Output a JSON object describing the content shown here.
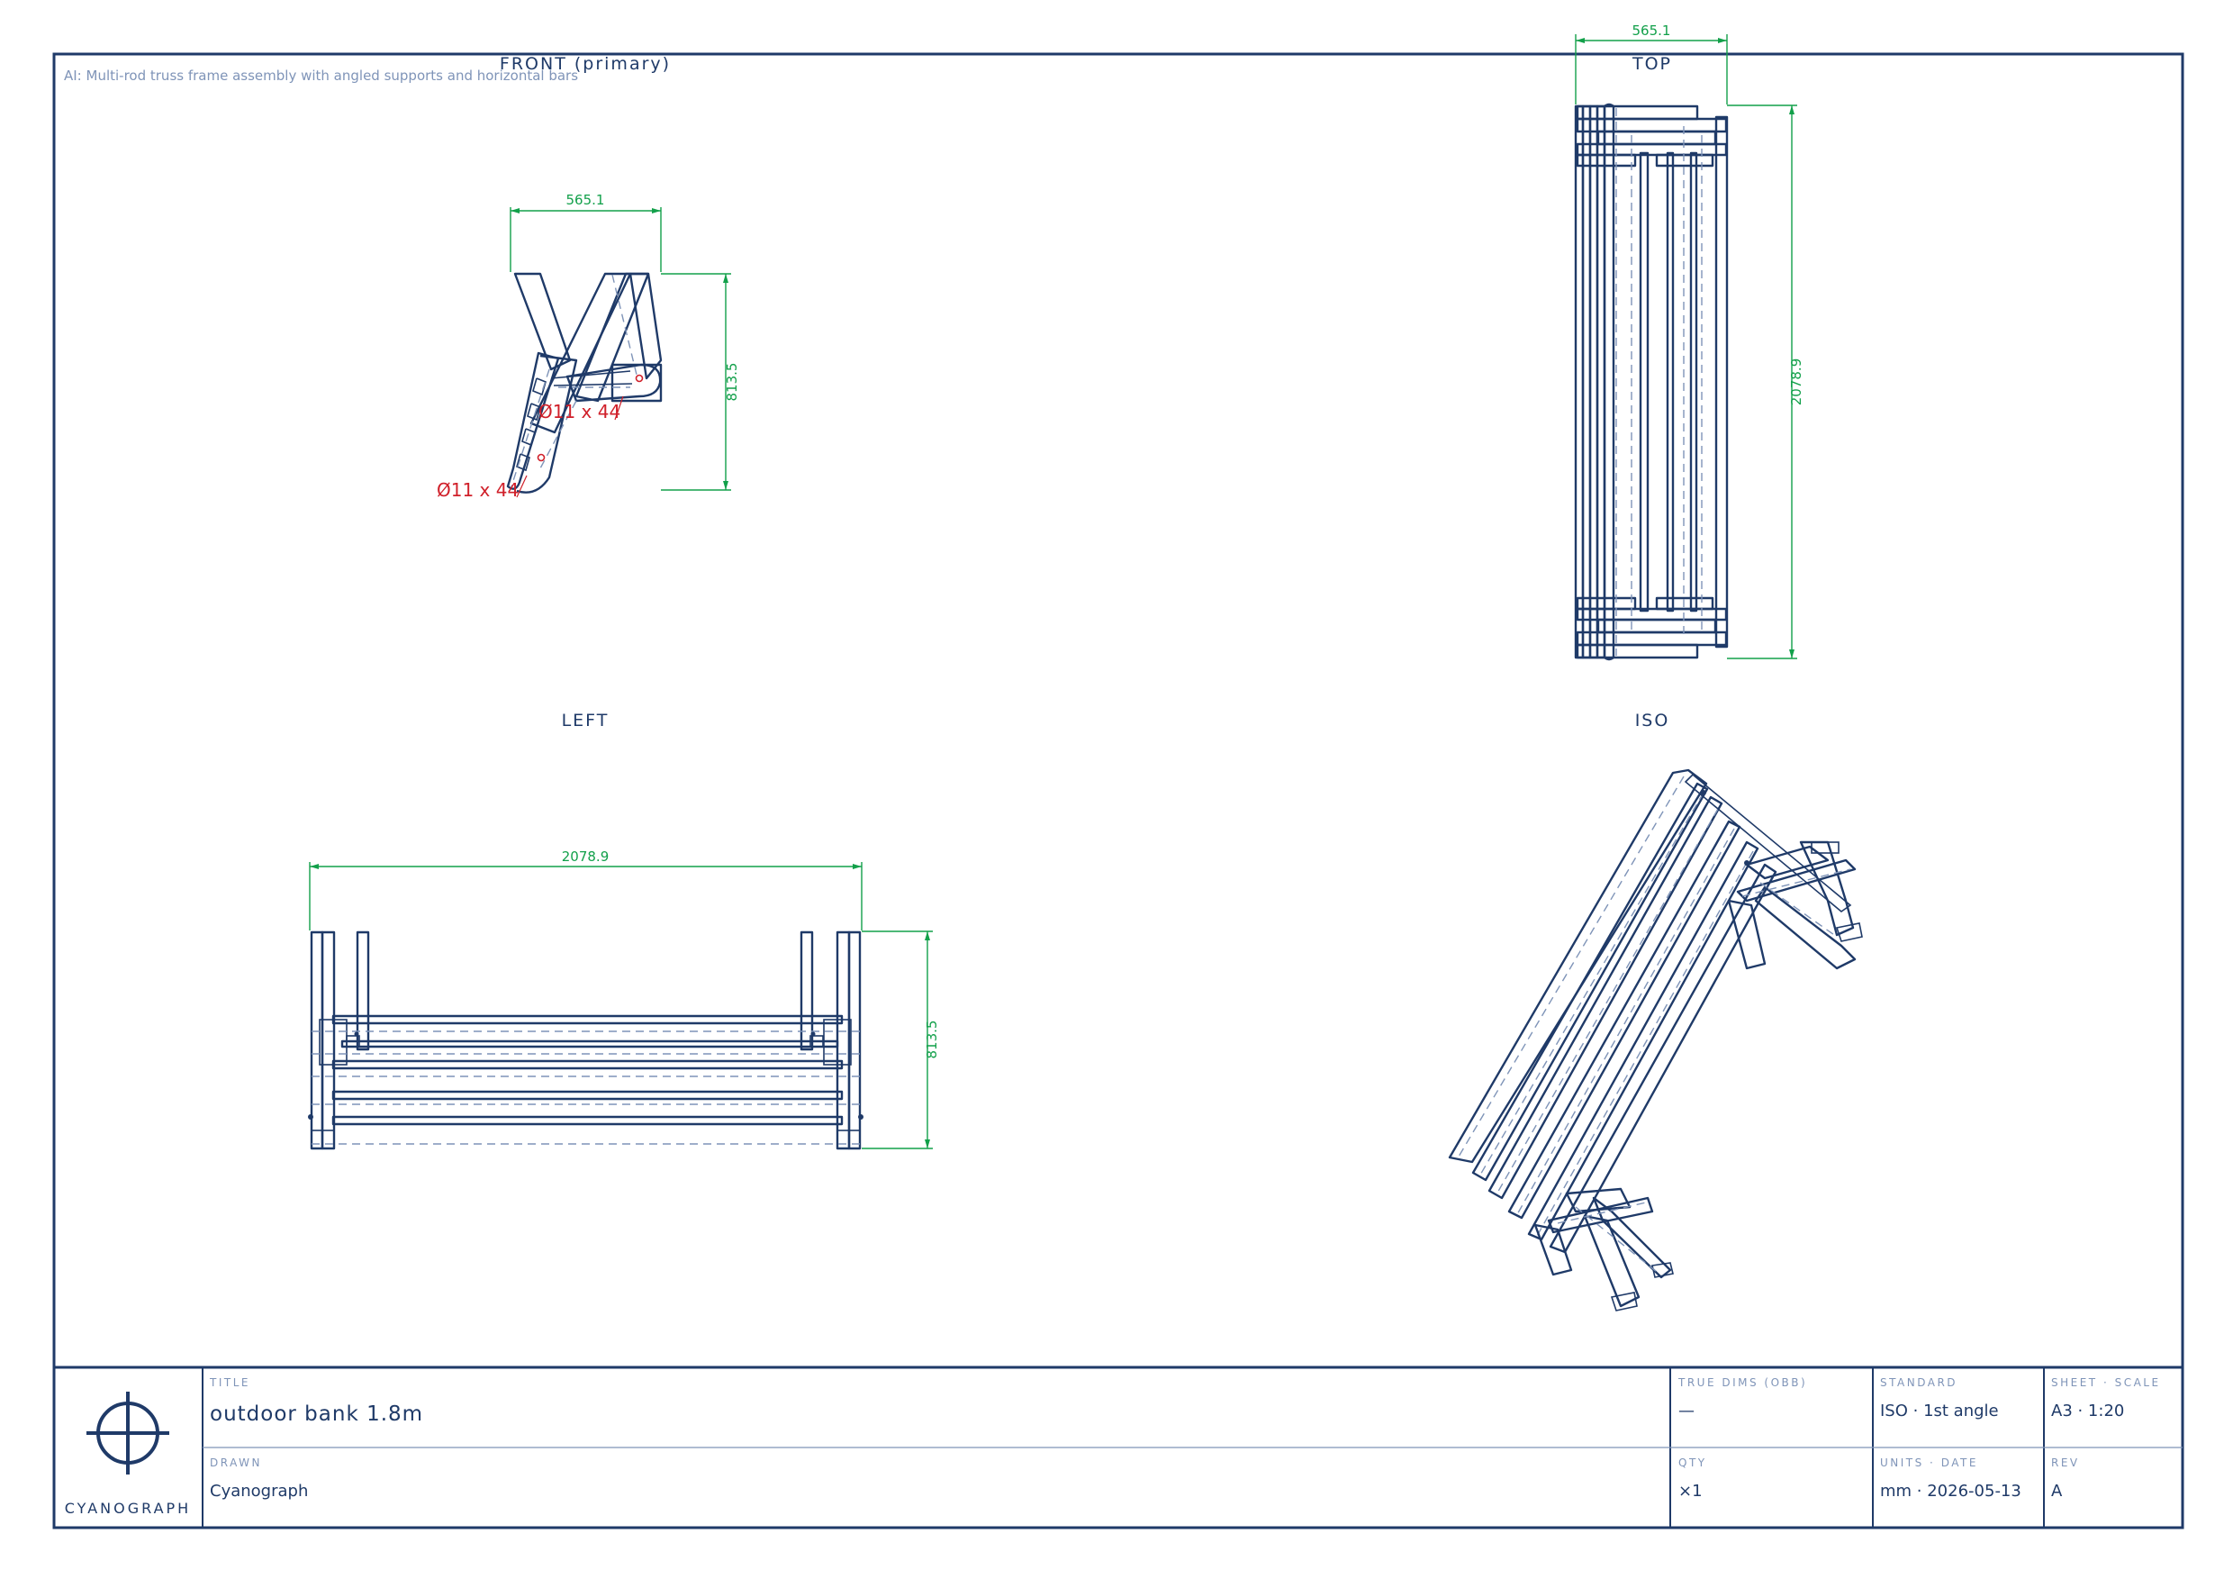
{
  "annotation": "AI: Multi-rod truss frame assembly with angled supports and horizontal bars",
  "views": {
    "front": {
      "title": "FRONT (primary)",
      "dim_width": "565.1",
      "dim_height": "813.5",
      "hole_callout_1": "Ø11 x 44",
      "hole_callout_2": "Ø11 x 44"
    },
    "top": {
      "title": "TOP",
      "dim_width": "565.1",
      "dim_length": "2078.9"
    },
    "left": {
      "title": "LEFT",
      "dim_length": "2078.9",
      "dim_height": "813.5"
    },
    "iso": {
      "title": "ISO"
    }
  },
  "title_block": {
    "brand": "CYANOGRAPH",
    "title_label": "TITLE",
    "title": "outdoor bank 1.8m",
    "drawn_label": "DRAWN",
    "drawn": "Cyanograph",
    "true_dims_label": "TRUE DIMS (OBB)",
    "true_dims": "—",
    "qty_label": "QTY",
    "qty": "×1",
    "standard_label": "STANDARD",
    "standard": "ISO · 1st angle",
    "units_date_label": "UNITS · DATE",
    "units_date": "mm · 2026-05-13",
    "sheet_scale_label": "SHEET · SCALE",
    "sheet_scale": "A3 · 1:20",
    "rev_label": "REV",
    "rev": "A"
  },
  "colors": {
    "line": "#1f3a68",
    "hidden": "#7f94b8",
    "dimension": "#12a04a",
    "callout": "#d0202a"
  }
}
